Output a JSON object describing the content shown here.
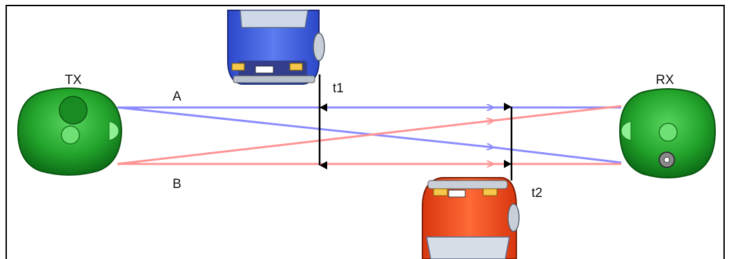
{
  "labels": {
    "tx": "TX",
    "rx": "RX",
    "path_a": "A",
    "path_b": "B",
    "t1": "t1",
    "t2": "t2"
  },
  "colors": {
    "path_a": "#8c8cff",
    "path_b": "#ff9494",
    "antenna_green": "#22a12a",
    "car_blue": "#3d5fe0",
    "car_red": "#f04a1a",
    "frame": "#000000"
  },
  "icons": {
    "tx": "tx-antenna-icon",
    "rx": "rx-antenna-icon",
    "blue_car": "blue-car-icon",
    "red_car": "red-car-icon"
  }
}
